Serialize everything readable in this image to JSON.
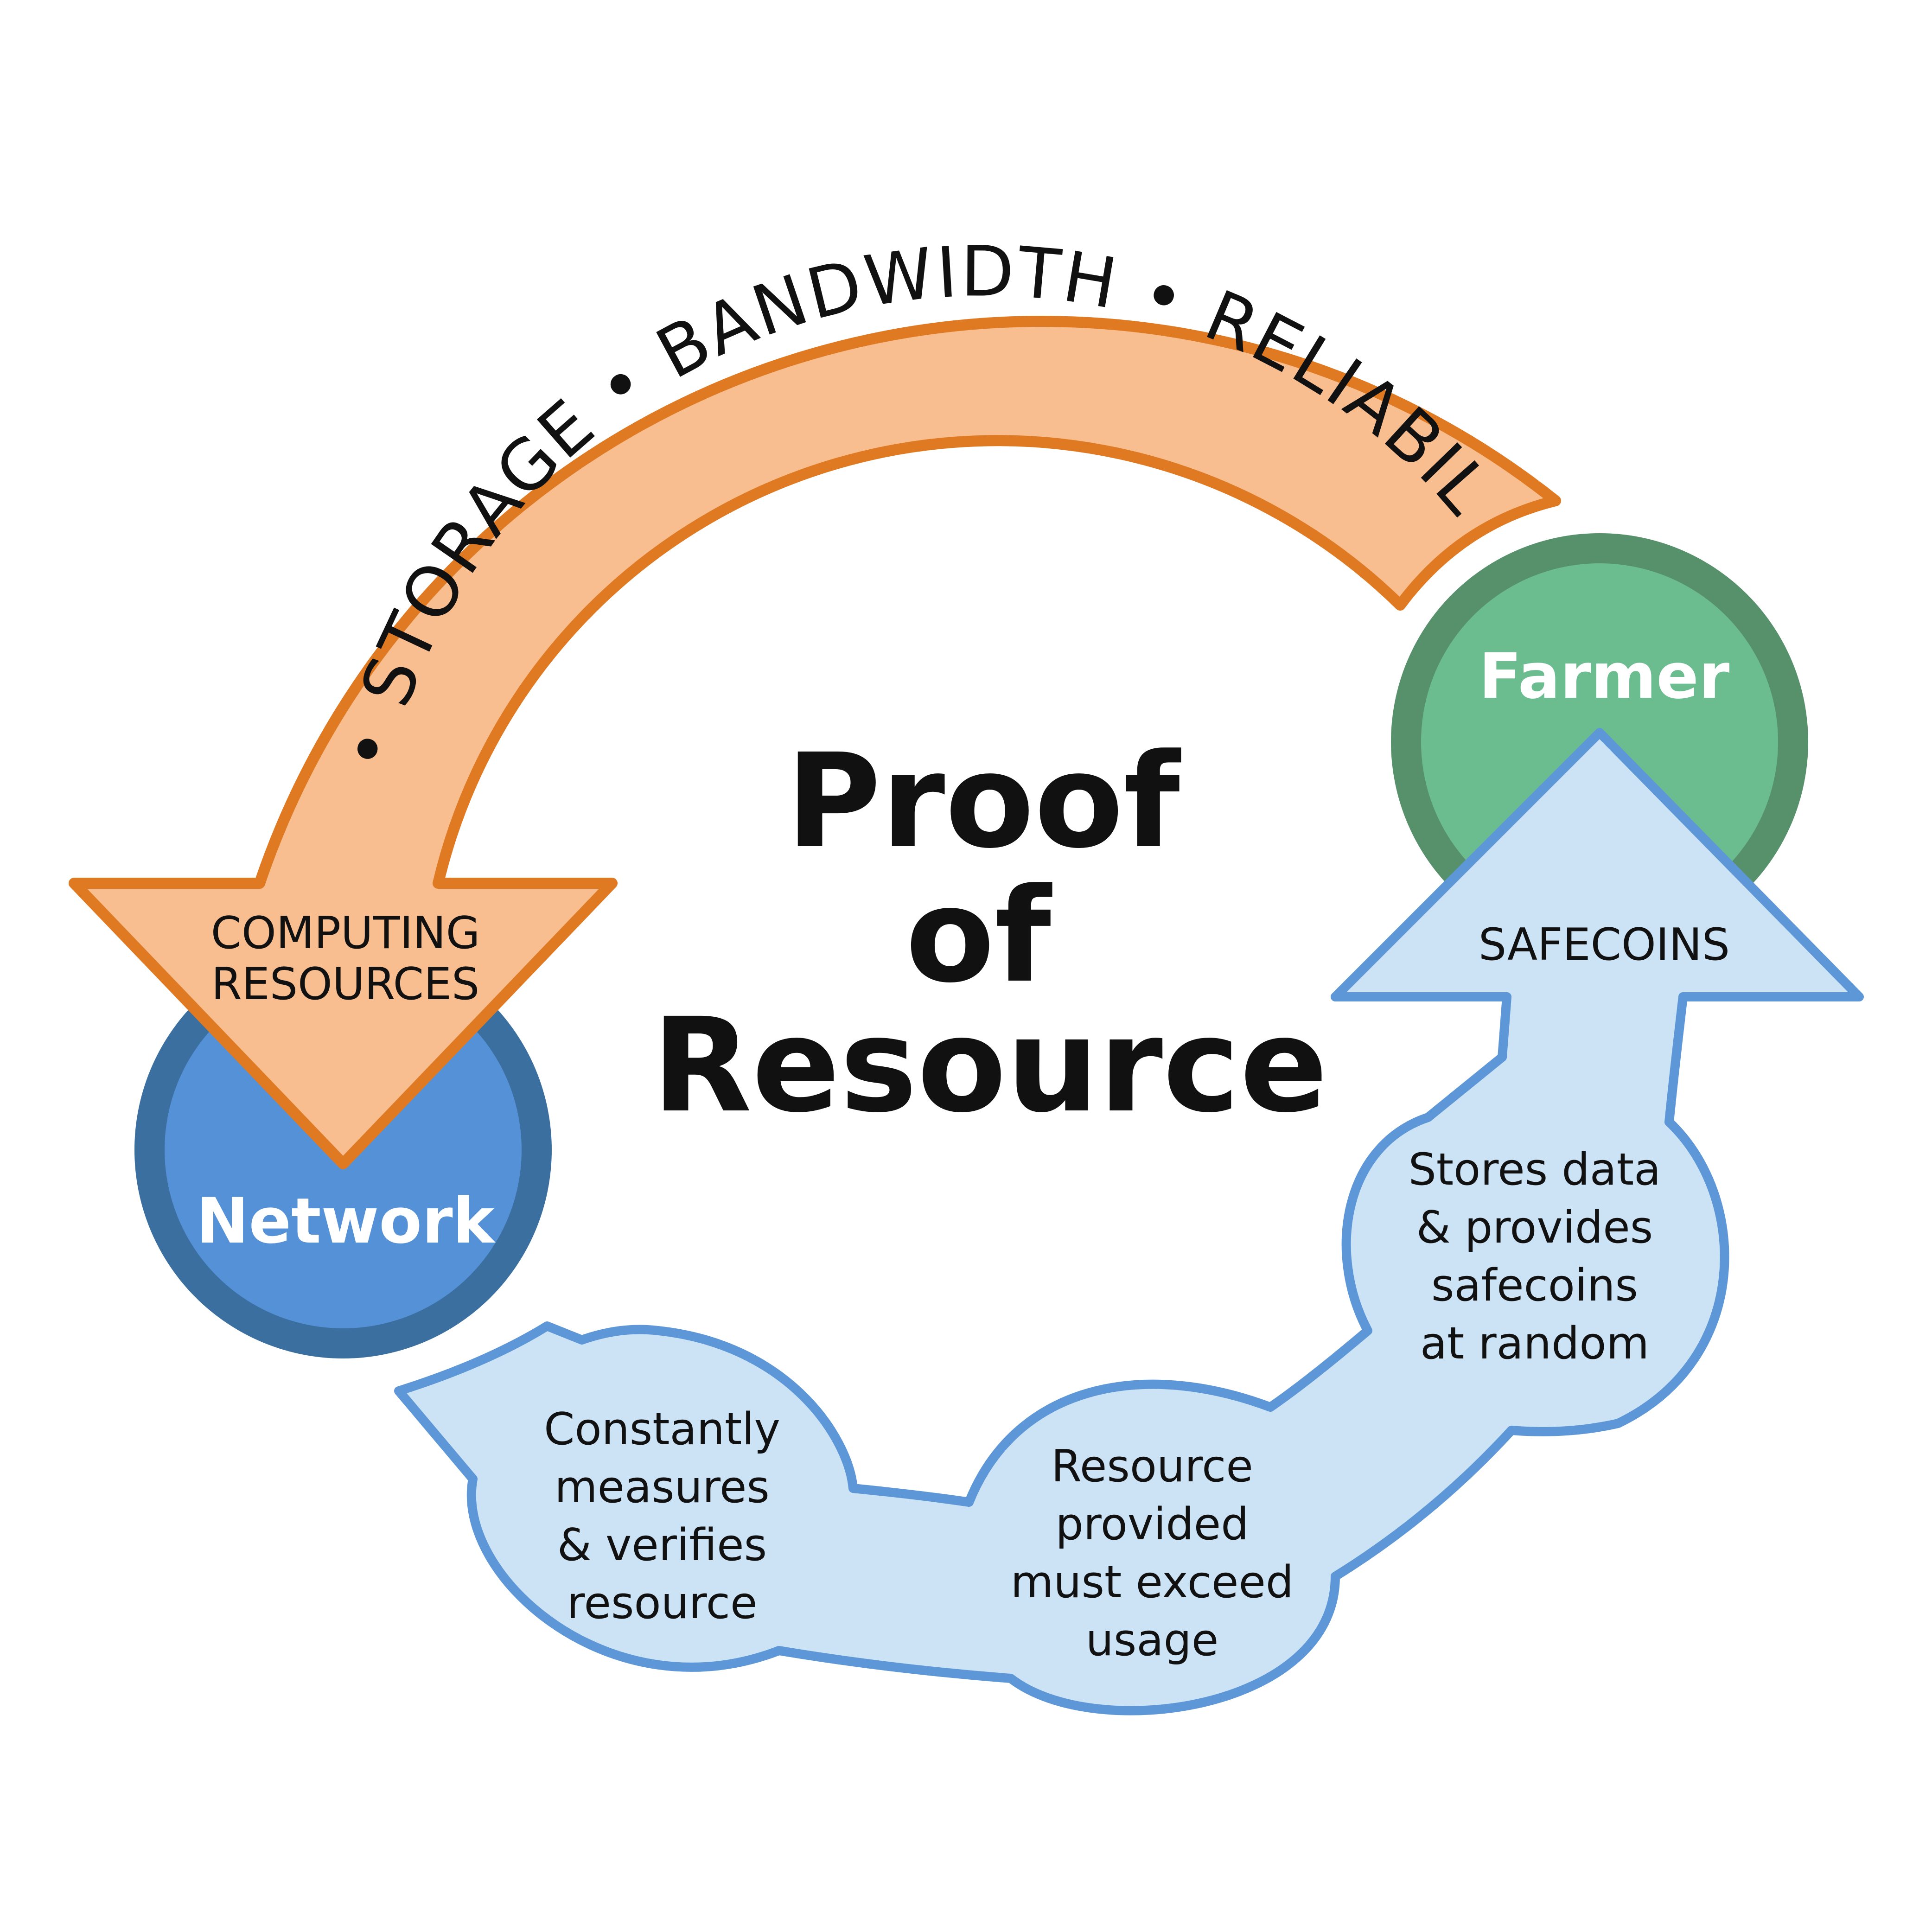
{
  "title": {
    "line1": "Proof",
    "line2": "of",
    "line3": "Resource"
  },
  "top_arc": {
    "text": "CPU • STORAGE • BANDWIDTH • RELIABILITY",
    "arrow_label_line1": "COMPUTING",
    "arrow_label_line2": "RESOURCES"
  },
  "nodes": {
    "network": "Network",
    "farmer": "Farmer"
  },
  "bottom_arrow": {
    "head_label": "SAFECOINS",
    "steps": [
      {
        "lines": [
          "Stores data",
          "& provides",
          "safecoins",
          "at random"
        ]
      },
      {
        "lines": [
          "Resource",
          "provided",
          "must exceed",
          "usage"
        ]
      },
      {
        "lines": [
          "Constantly",
          "measures",
          "& verifies",
          "resource"
        ]
      }
    ]
  },
  "colors": {
    "orange_fill": "#F8BE90",
    "orange_stroke": "#E07A22",
    "network_outer": "#3A6FA0",
    "network_inner": "#5591D6",
    "farmer_outer": "#57916B",
    "farmer_inner": "#6BBD90",
    "blue_fill": "#CCE2F5",
    "blue_stroke": "#5D97D8"
  }
}
